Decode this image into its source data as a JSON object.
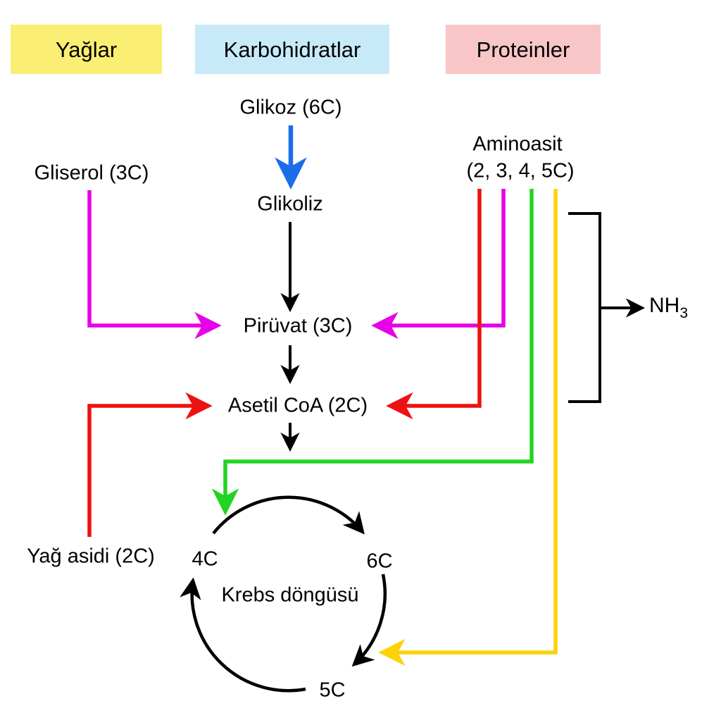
{
  "header_boxes": [
    {
      "id": "fats",
      "label": "Yağlar",
      "bg": "#faee73"
    },
    {
      "id": "carbohydrates",
      "label": "Karbohidratlar",
      "bg": "#c8eaf8"
    },
    {
      "id": "proteins",
      "label": "Proteinler",
      "bg": "#f8c6c6"
    }
  ],
  "nodes": {
    "glucose": "Glikoz (6C)",
    "glycolysis": "Glikoliz",
    "glycerol": "Gliserol (3C)",
    "amino_acid_line1": "Aminoasit",
    "amino_acid_line2": "(2, 3, 4, 5C)",
    "pyruvate": "Pirüvat (3C)",
    "acetyl_coa": "Asetil CoA (2C)",
    "fatty_acid": "Yağ asidi (2C)",
    "krebs_cycle": "Krebs döngüsü",
    "c4": "4C",
    "c6": "6C",
    "c5": "5C",
    "nh3_base": "NH",
    "nh3_subscript": "3"
  },
  "colors": {
    "arrow_blue": "#1b6de8",
    "arrow_magenta": "#e800e8",
    "arrow_red": "#ee1111",
    "arrow_green": "#22d422",
    "arrow_yellow": "#fdd20a",
    "arrow_black": "#000000",
    "box_fats_bg": "#faee73",
    "box_carbohydrates_bg": "#c8eaf8",
    "box_proteins_bg": "#f8c6c6",
    "background": "#ffffff"
  }
}
